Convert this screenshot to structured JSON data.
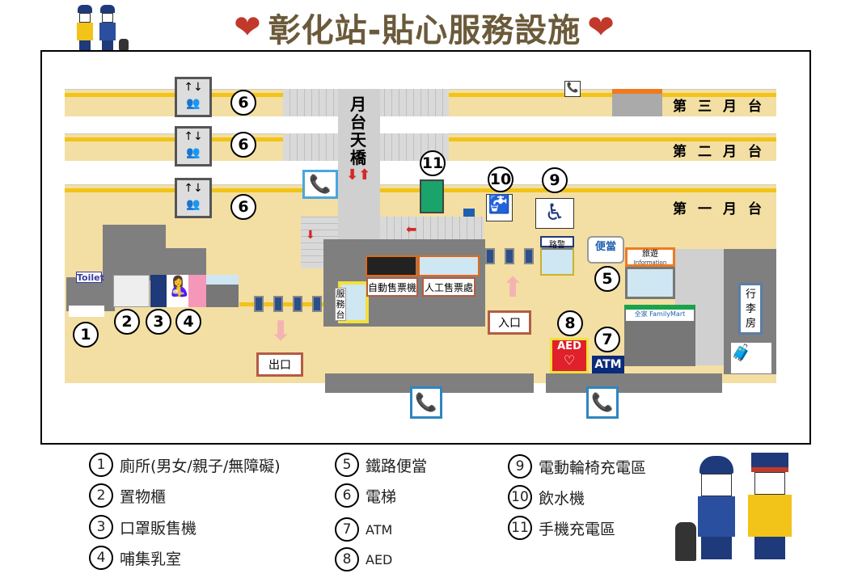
{
  "title": "彰化站-貼心服務設施",
  "platforms": {
    "p3": "第三月台",
    "p2": "第二月台",
    "p1": "第一月台"
  },
  "overpass": "月台天橋",
  "signs": {
    "toilet": "Toilet",
    "ticket_machine": "自動售票機",
    "ticket_counter": "人工售票處",
    "service_desk": "服務台",
    "entrance": "入口",
    "exit": "出口",
    "police": "路警",
    "bento": "便當",
    "tourism": "旅遊",
    "tourism_en": "Information",
    "familymart": "全家 FamilyMart",
    "luggage": "行李房",
    "aed": "AED",
    "atm": "ATM",
    "elevator_icon": "↑↓"
  },
  "markers": {
    "m1": "1",
    "m2": "2",
    "m3": "3",
    "m4": "4",
    "m5": "5",
    "m6": "6",
    "m7": "7",
    "m8": "8",
    "m9": "9",
    "m10": "10",
    "m11": "11"
  },
  "legend": [
    {
      "num": "1",
      "label": "廁所(男女/親子/無障礙)"
    },
    {
      "num": "2",
      "label": "置物櫃"
    },
    {
      "num": "3",
      "label": "口罩販售機"
    },
    {
      "num": "4",
      "label": "哺集乳室"
    },
    {
      "num": "5",
      "label": "鐵路便當"
    },
    {
      "num": "6",
      "label": "電梯"
    },
    {
      "num": "7",
      "label": "ATM"
    },
    {
      "num": "8",
      "label": "AED"
    },
    {
      "num": "9",
      "label": "電動輪椅充電區"
    },
    {
      "num": "10",
      "label": "飲水機"
    },
    {
      "num": "11",
      "label": "手機充電區"
    }
  ]
}
